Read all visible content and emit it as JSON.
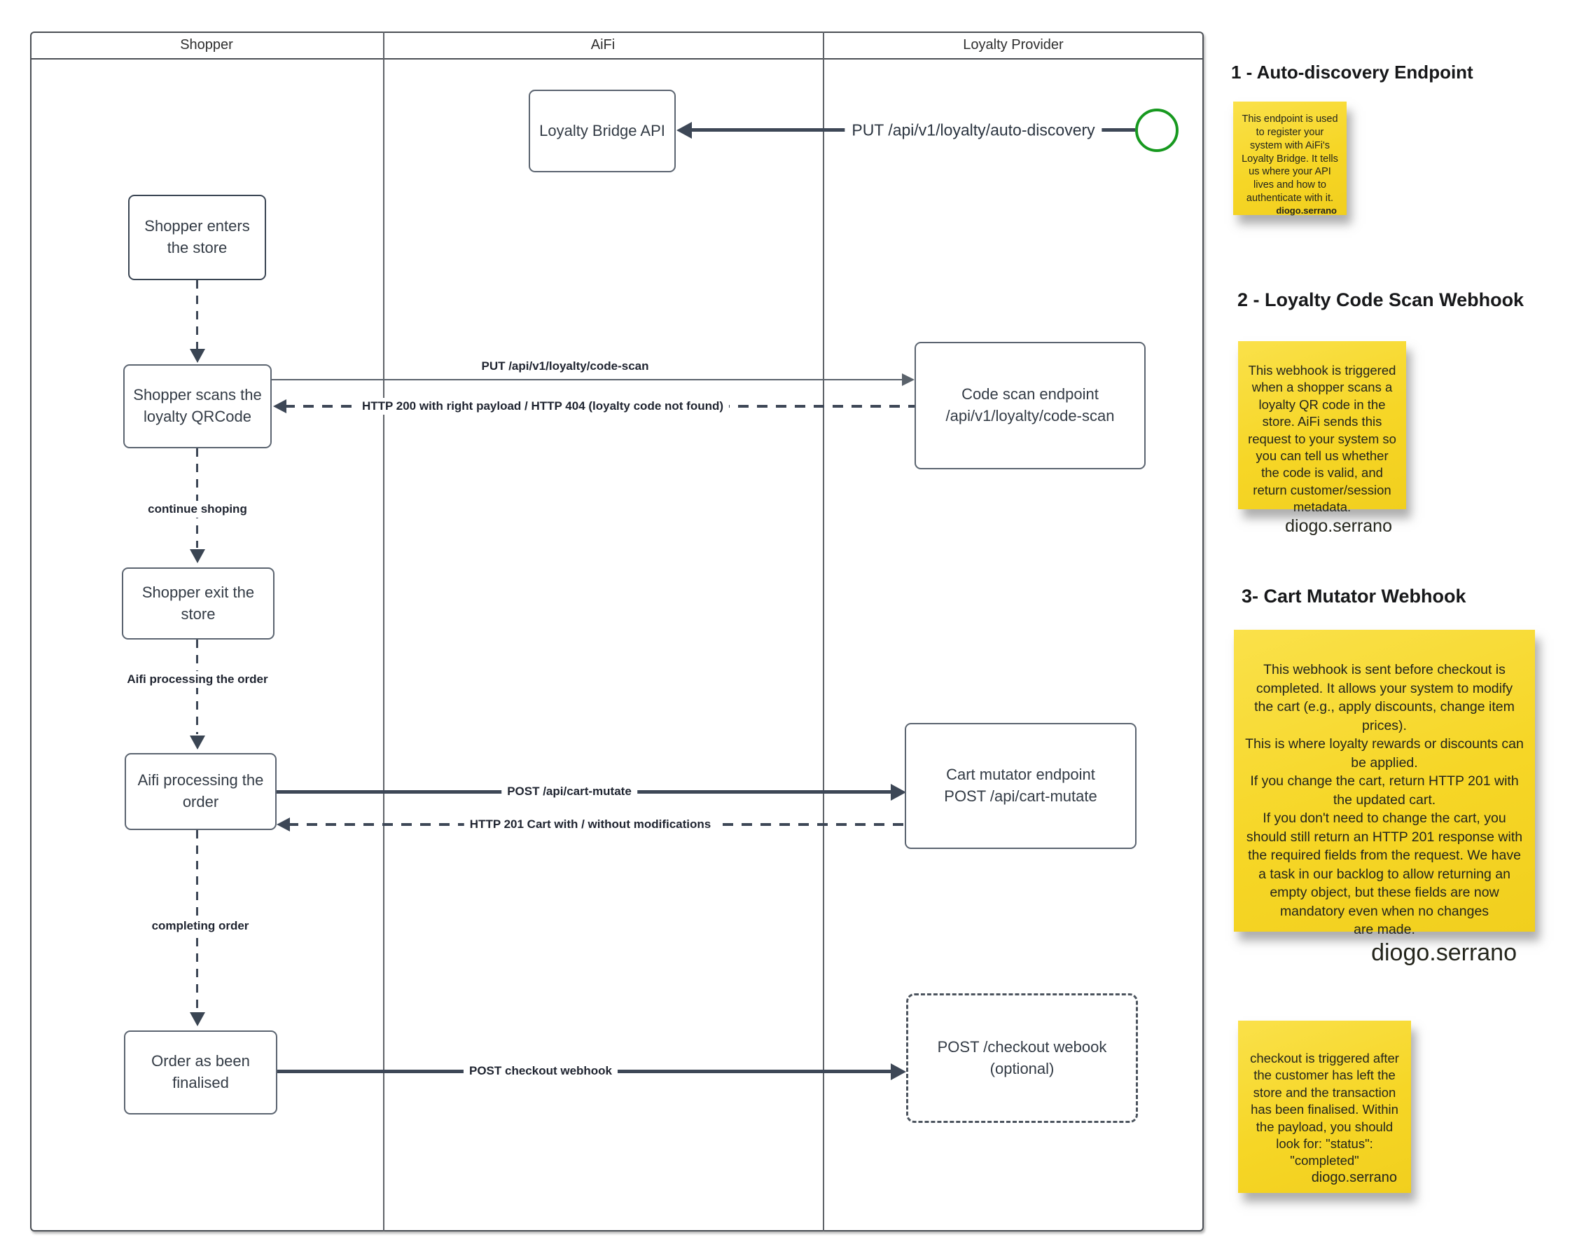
{
  "lanes": {
    "shopper": "Shopper",
    "aifi": "AiFi",
    "loyalty": "Loyalty Provider"
  },
  "nodes": {
    "loyalty_bridge": {
      "label": "Loyalty Bridge API"
    },
    "shopper_enters": {
      "label": "Shopper enters the store"
    },
    "shopper_scans": {
      "label": "Shopper scans the loyalty QRCode"
    },
    "code_scan": {
      "line1": "Code scan endpoint",
      "line2": "/api/v1/loyalty/code-scan"
    },
    "shopper_exit": {
      "label": "Shopper exit the store"
    },
    "aifi_processing": {
      "label": "Aifi processing the order"
    },
    "cart_mutator": {
      "line1": "Cart mutator endpoint",
      "line2": "POST /api/cart-mutate"
    },
    "order_finalised": {
      "label": "Order as been finalised"
    },
    "checkout": {
      "line1": "POST /checkout webook",
      "line2": "(optional)"
    }
  },
  "edges": {
    "auto_discovery": "PUT /api/v1/loyalty/auto-discovery",
    "code_scan_put": "PUT /api/v1/loyalty/code-scan",
    "code_scan_resp": "HTTP 200 with right payload / HTTP 404 (loyalty code not found)",
    "continue_shopping": "continue shoping",
    "aifi_processing_label": "Aifi processing the order",
    "cart_mutate_post": "POST /api/cart-mutate",
    "cart_mutate_resp": "HTTP 201 Cart with / without modifications",
    "completing_order": "completing order",
    "checkout_post": "POST checkout webhook"
  },
  "annotations": {
    "s1": {
      "heading": "1 - Auto-discovery Endpoint",
      "body": "This endpoint is used to register your system with AiFi's Loyalty Bridge. It tells us where your API lives and how to authenticate with it.",
      "author": "diogo.serrano"
    },
    "s2": {
      "heading": "2 - Loyalty Code Scan Webhook",
      "body": "This webhook is triggered when a shopper scans a loyalty QR code in the store. AiFi sends this request to your system so you can tell us whether the code is valid, and return customer/session metadata.",
      "author": "diogo.serrano"
    },
    "s3": {
      "heading": "3- Cart Mutator Webhook",
      "body": "This webhook is sent before checkout is completed. It allows your system to modify the cart (e.g., apply discounts, change item prices).\nThis is where loyalty rewards or discounts can be applied.\nIf you change the cart, return HTTP 201 with the updated cart.\nIf you don't need to change the cart, you should still return an HTTP 201 response with the required fields from the request. We have a task in our backlog to allow returning an empty object, but these fields are now mandatory even when no changes\nare made.",
      "author": "diogo.serrano"
    },
    "s4": {
      "body": "checkout is triggered after the customer has left the store and the transaction has been finalised. Within the payload, you should look for: \"status\": \"completed\"",
      "author": "diogo.serrano"
    }
  },
  "colors": {
    "sticky_yellow": "#F6D626",
    "arrow_dark": "#3D4756",
    "start_green": "#17991F",
    "frame_border": "#4B4F55"
  }
}
